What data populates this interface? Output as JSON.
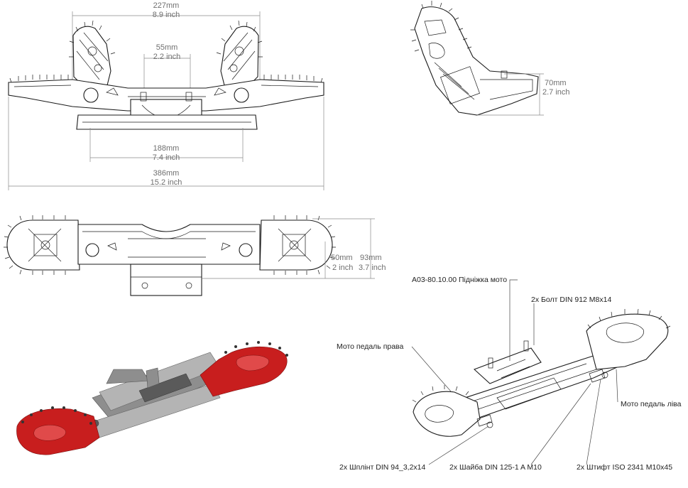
{
  "views": {
    "front": {
      "dims": [
        {
          "mm": "227mm",
          "inch": "8.9 inch"
        },
        {
          "mm": "55mm",
          "inch": "2.2 inch"
        },
        {
          "mm": "188mm",
          "inch": "7.4 inch"
        },
        {
          "mm": "386mm",
          "inch": "15.2 inch"
        }
      ]
    },
    "side": {
      "dims": [
        {
          "mm": "70mm",
          "inch": "2.7 inch"
        }
      ]
    },
    "top": {
      "dims": [
        {
          "mm": "50mm",
          "inch": "2 inch"
        },
        {
          "mm": "93mm",
          "inch": "3.7 inch"
        }
      ]
    }
  },
  "callouts": {
    "assembly": "A03-80.10.00 Підніжка мото",
    "bolt": "2x Болт DIN 912 M8x14",
    "pedal_right": "Мото педаль права",
    "pedal_left": "Мото педаль ліва",
    "split_pin": "2x Шплінт DIN 94_3,2x14",
    "washer": "2x Шайба DIN 125-1 A M10",
    "pin": "2x Штифт ISO 2341 M10x45"
  },
  "colors": {
    "pedal_red": "#c81e1e",
    "bracket_gray": "#8e8e8e",
    "line": "#1b1b1b",
    "dimension": "#6f6f6f"
  }
}
